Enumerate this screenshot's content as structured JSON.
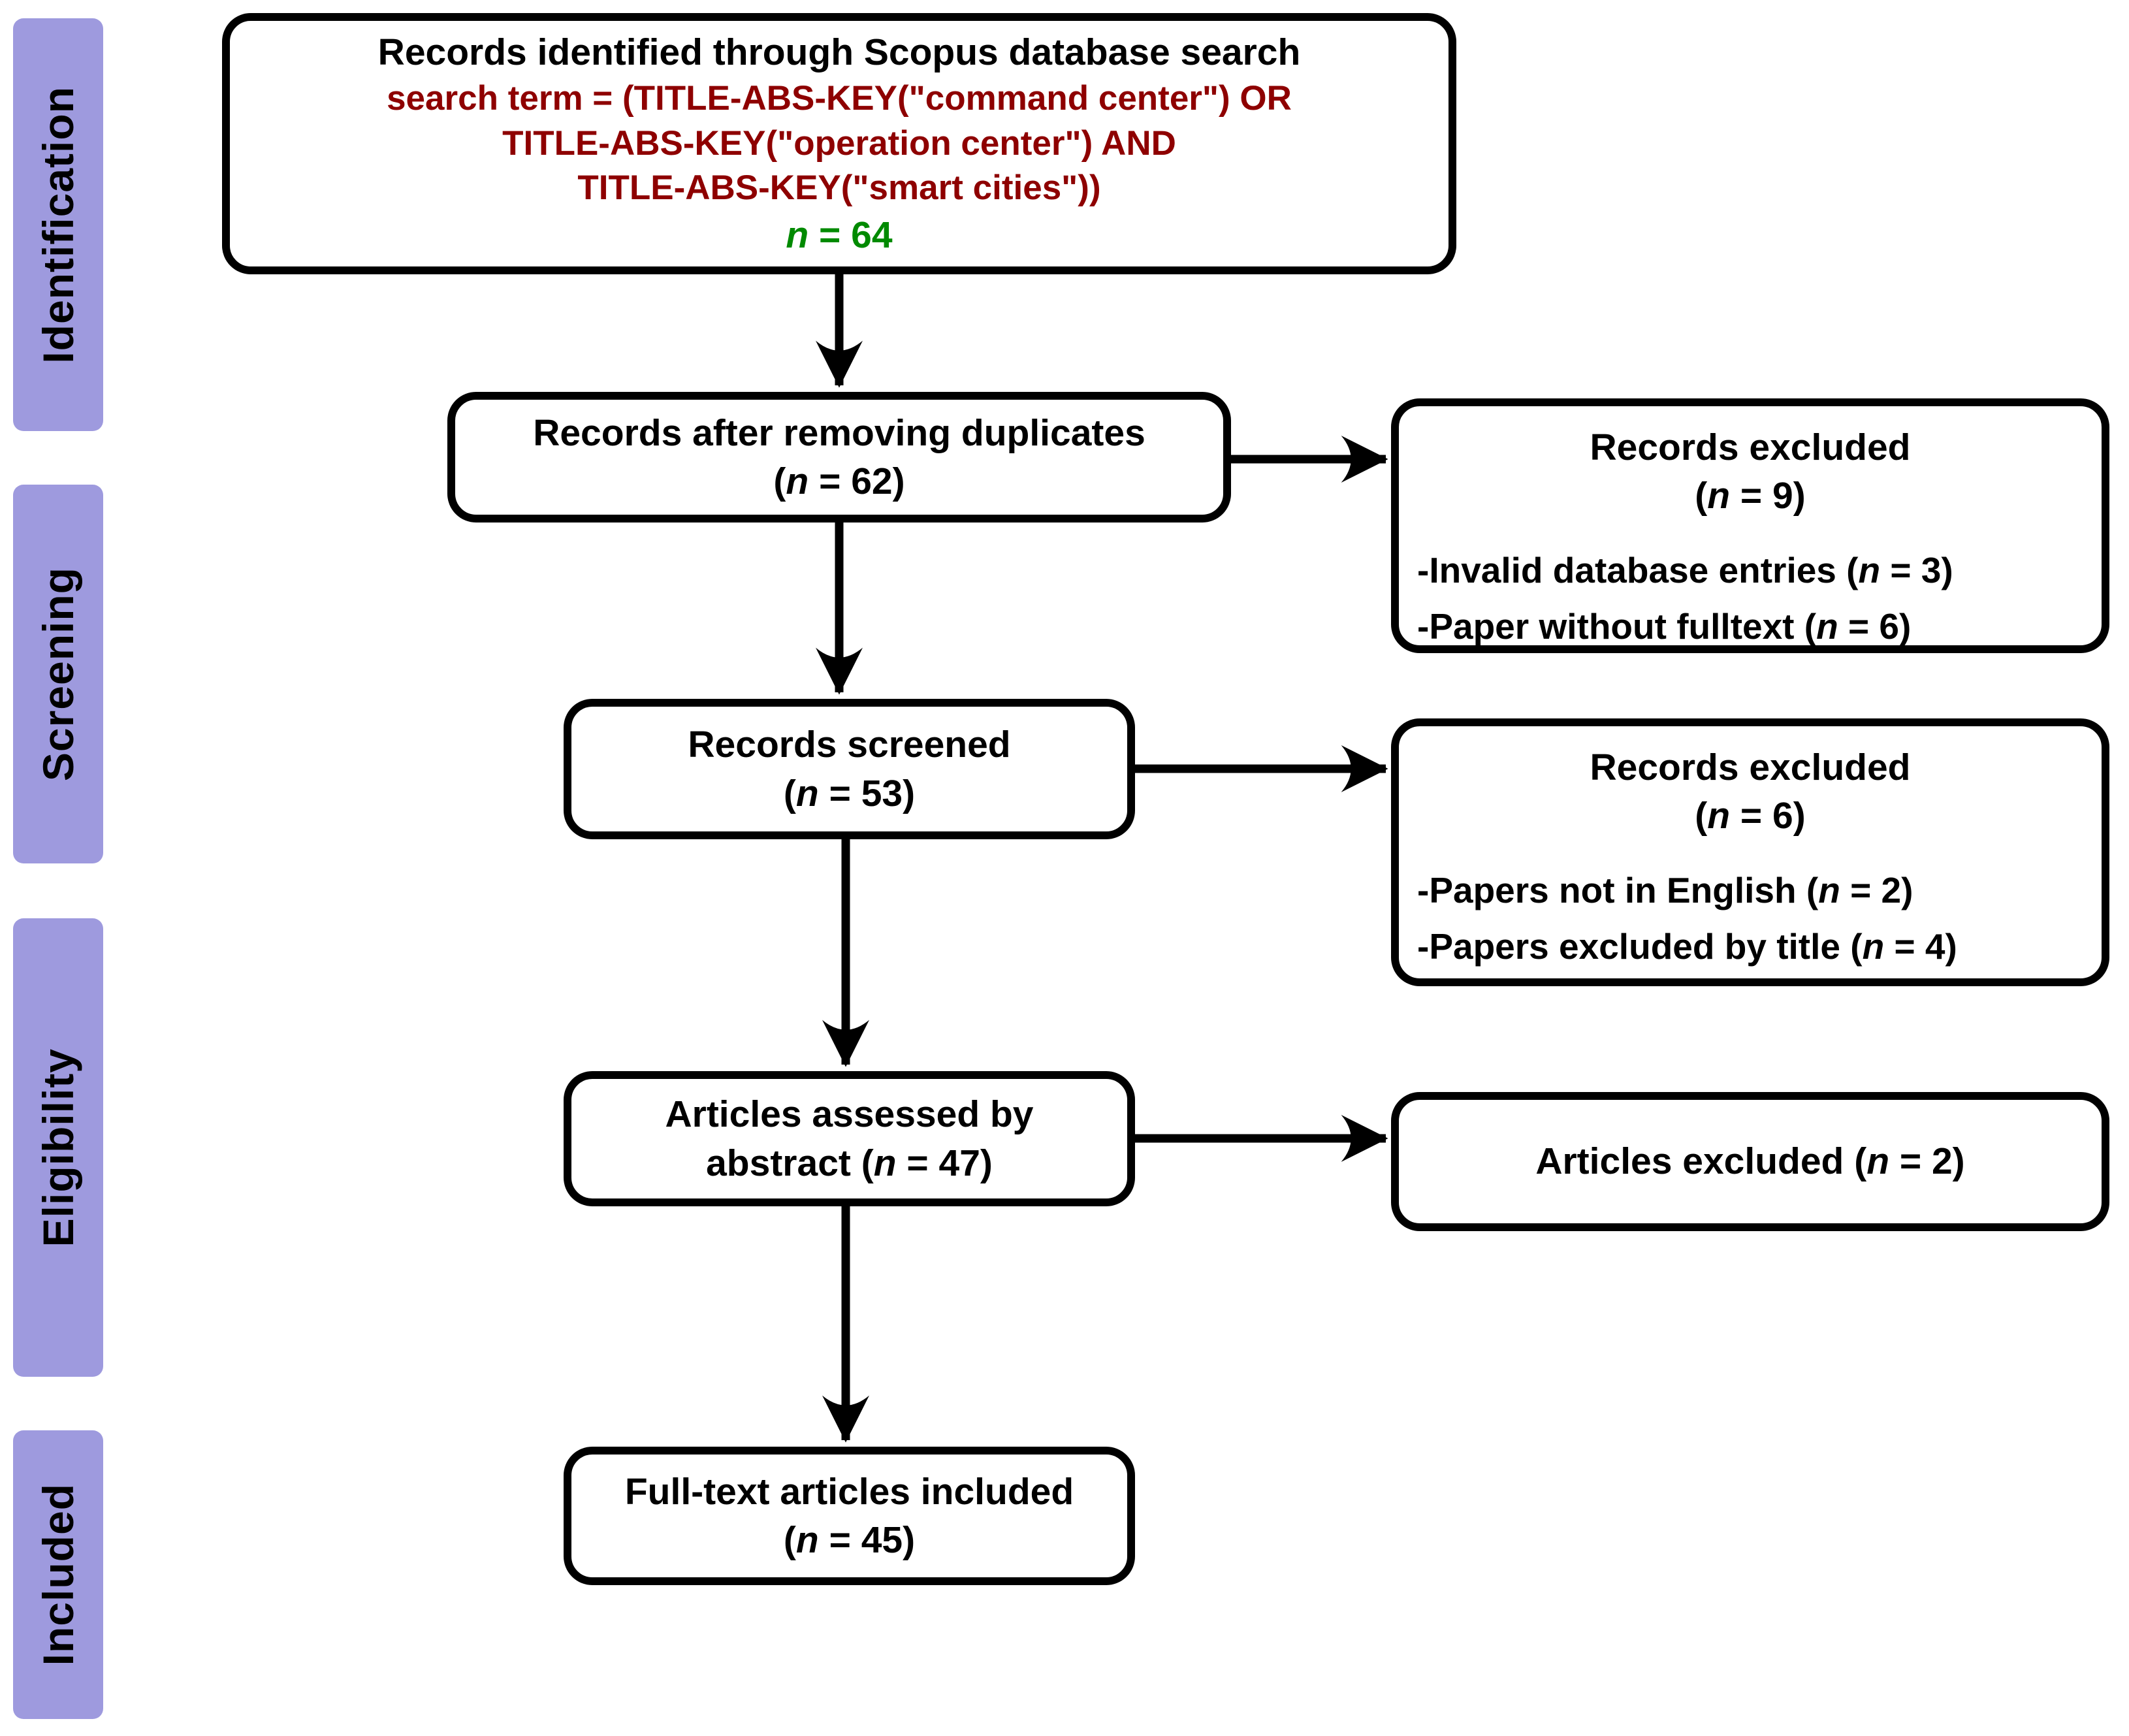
{
  "colors": {
    "sidebar": "#9e9ade",
    "query": "#8e0000",
    "count": "#008a00",
    "line": "#000000"
  },
  "n_char": "n",
  "stages": [
    {
      "label": "Identification"
    },
    {
      "label": "Screening"
    },
    {
      "label": "Eligibility"
    },
    {
      "label": "Included"
    }
  ],
  "flow": {
    "identified": {
      "title": "Records identified through Scopus database search",
      "query_lines": [
        "search term = (TITLE-ABS-KEY(\"command center\") OR",
        "TITLE-ABS-KEY(\"operation center\") AND",
        "TITLE-ABS-KEY(\"smart cities\"))"
      ],
      "count_suffix": " = 64"
    },
    "deduplicated": {
      "title": "Records after removing duplicates",
      "count_pre": "(",
      "count_suffix": " = 62)"
    },
    "screened": {
      "title": "Records screened",
      "count_pre": "(",
      "count_suffix": " = 53)"
    },
    "assessed": {
      "title": "Articles assessed by",
      "count_pre": "abstract (",
      "count_suffix": " = 47)"
    },
    "included": {
      "title": "Full-text articles included",
      "count_pre": "(",
      "count_suffix": " = 45)"
    }
  },
  "exclusions": [
    {
      "title": "Records excluded",
      "count_pre": "(",
      "count_suffix": " = 9)",
      "items": [
        {
          "pre": "-Invalid database entries (",
          "suf": " = 3)"
        },
        {
          "pre": "-Paper without fulltext (",
          "suf": " = 6)"
        }
      ]
    },
    {
      "title": "Records excluded",
      "count_pre": "(",
      "count_suffix": " = 6)",
      "items": [
        {
          "pre": "-Papers not in English (",
          "suf": " = 2)"
        },
        {
          "pre": "-Papers excluded by title (",
          "suf": " = 4)"
        }
      ]
    },
    {
      "title_pre": "Articles excluded (",
      "title_suffix": " = 2)"
    }
  ]
}
